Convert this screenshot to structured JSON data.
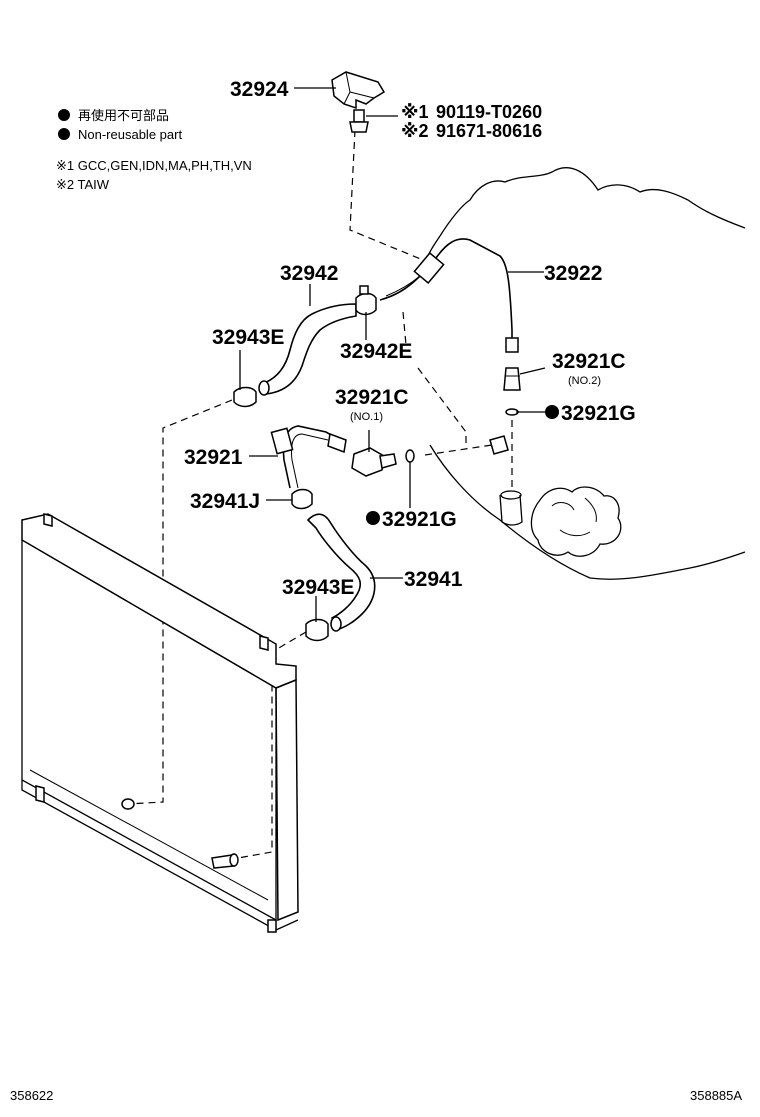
{
  "legend": {
    "non_reusable_jp": "再使用不可部品",
    "non_reusable_en": "Non-reusable part",
    "note_1": "※1 GCC,GEN,IDN,MA,PH,TH,VN",
    "note_2": "※2 TAIW"
  },
  "callouts": {
    "p32924": "32924",
    "bolt_1_mark": "※1",
    "bolt_1": "90119-T0260",
    "bolt_2_mark": "※2",
    "bolt_2": "91671-80616",
    "p32942": "32942",
    "p32922": "32922",
    "p32943e_upper": "32943E",
    "p32942e": "32942E",
    "p32921c_no2": "32921C",
    "p32921c_no2_sub": "(NO.2)",
    "p32921c_no1": "32921C",
    "p32921c_no1_sub": "(NO.1)",
    "p32921g_right": "32921G",
    "p32921": "32921",
    "p32941j": "32941J",
    "p32921g_center": "32921G",
    "p32943e_lower": "32943E",
    "p32941": "32941"
  },
  "footer": {
    "left_code": "358622",
    "right_code": "358885A"
  }
}
